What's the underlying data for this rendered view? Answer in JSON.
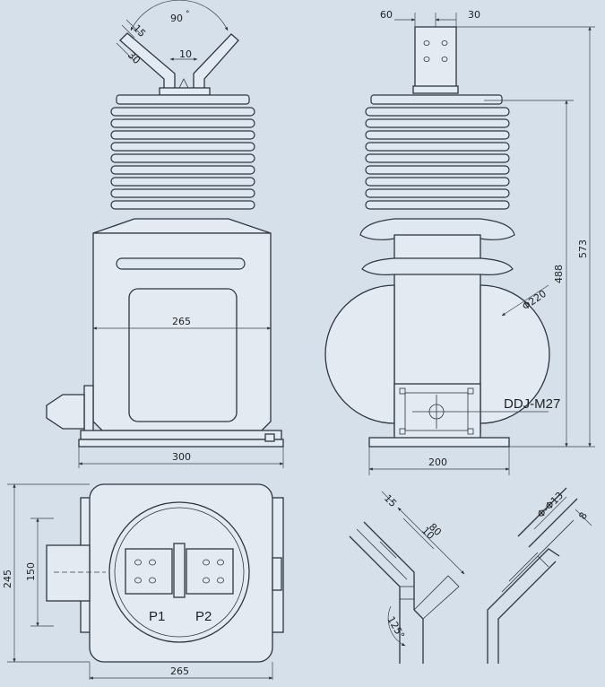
{
  "front_view": {
    "terminal_angle": "90",
    "terminal_thickness": "15",
    "terminal_width": "30",
    "terminal_gap": "10",
    "body_width": "265",
    "base_width": "300"
  },
  "side_view": {
    "terminal_left_dim": "60",
    "terminal_right_dim": "30",
    "total_height": "573",
    "insulator_height": "488",
    "body_diameter": "Φ220",
    "nameplate_label": "DDJ-M27",
    "base_width": "200"
  },
  "top_view": {
    "outer_height": "245",
    "inner_height": "150",
    "width": "265",
    "terminal_p1": "P1",
    "terminal_p2": "P2"
  },
  "detail_left": {
    "thickness": "15",
    "length": "80",
    "offset": "10",
    "angle": "125°"
  },
  "detail_right": {
    "holes": "Φ-Φ13",
    "thickness": "8"
  }
}
